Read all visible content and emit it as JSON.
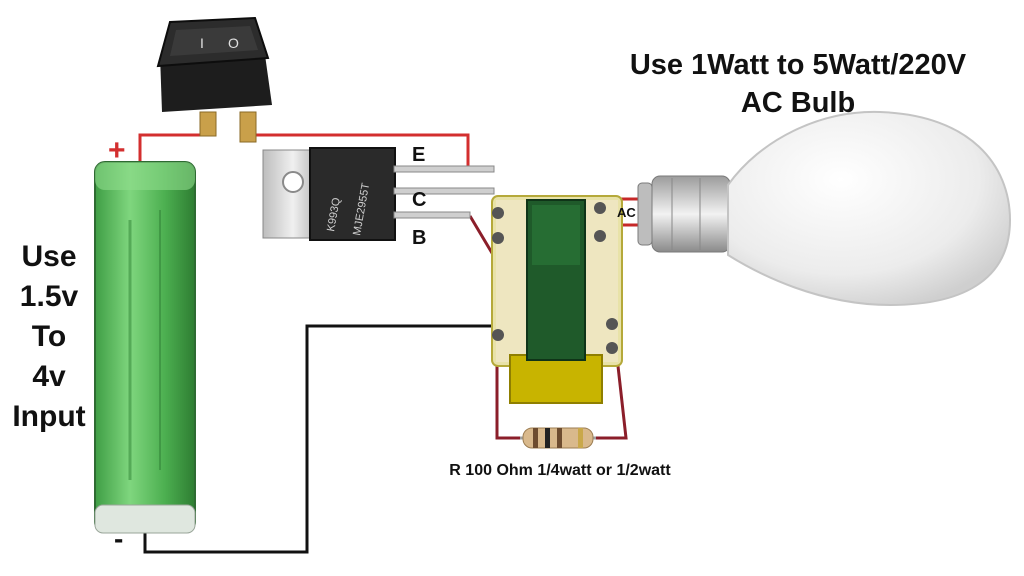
{
  "title": {
    "line1": "Use 1Watt to 5Watt/220V",
    "line2": "AC Bulb"
  },
  "input_label": {
    "line1": "Use",
    "line2": "1.5v",
    "line3": "To",
    "line4": "4v",
    "line5": "Input"
  },
  "battery": {
    "plus": "+",
    "minus": "-"
  },
  "switch": {
    "off_mark": "O",
    "on_mark": "I"
  },
  "transistor": {
    "pin_e": "E",
    "pin_c": "C",
    "pin_b": "B",
    "marking_line1": "K993Q",
    "marking_line2": "MJE2955T"
  },
  "transformer": {
    "ac_label": "AC"
  },
  "resistor": {
    "label": "R 100 Ohm 1/4watt or 1/2watt"
  },
  "colors": {
    "battery_green": "#4caf50",
    "wire_red": "#d32f2f",
    "wire_dark_red": "#8b1e2a",
    "wire_black": "#111111",
    "transformer_core": "#c8b400",
    "pcb_green": "#1f5a2a"
  }
}
